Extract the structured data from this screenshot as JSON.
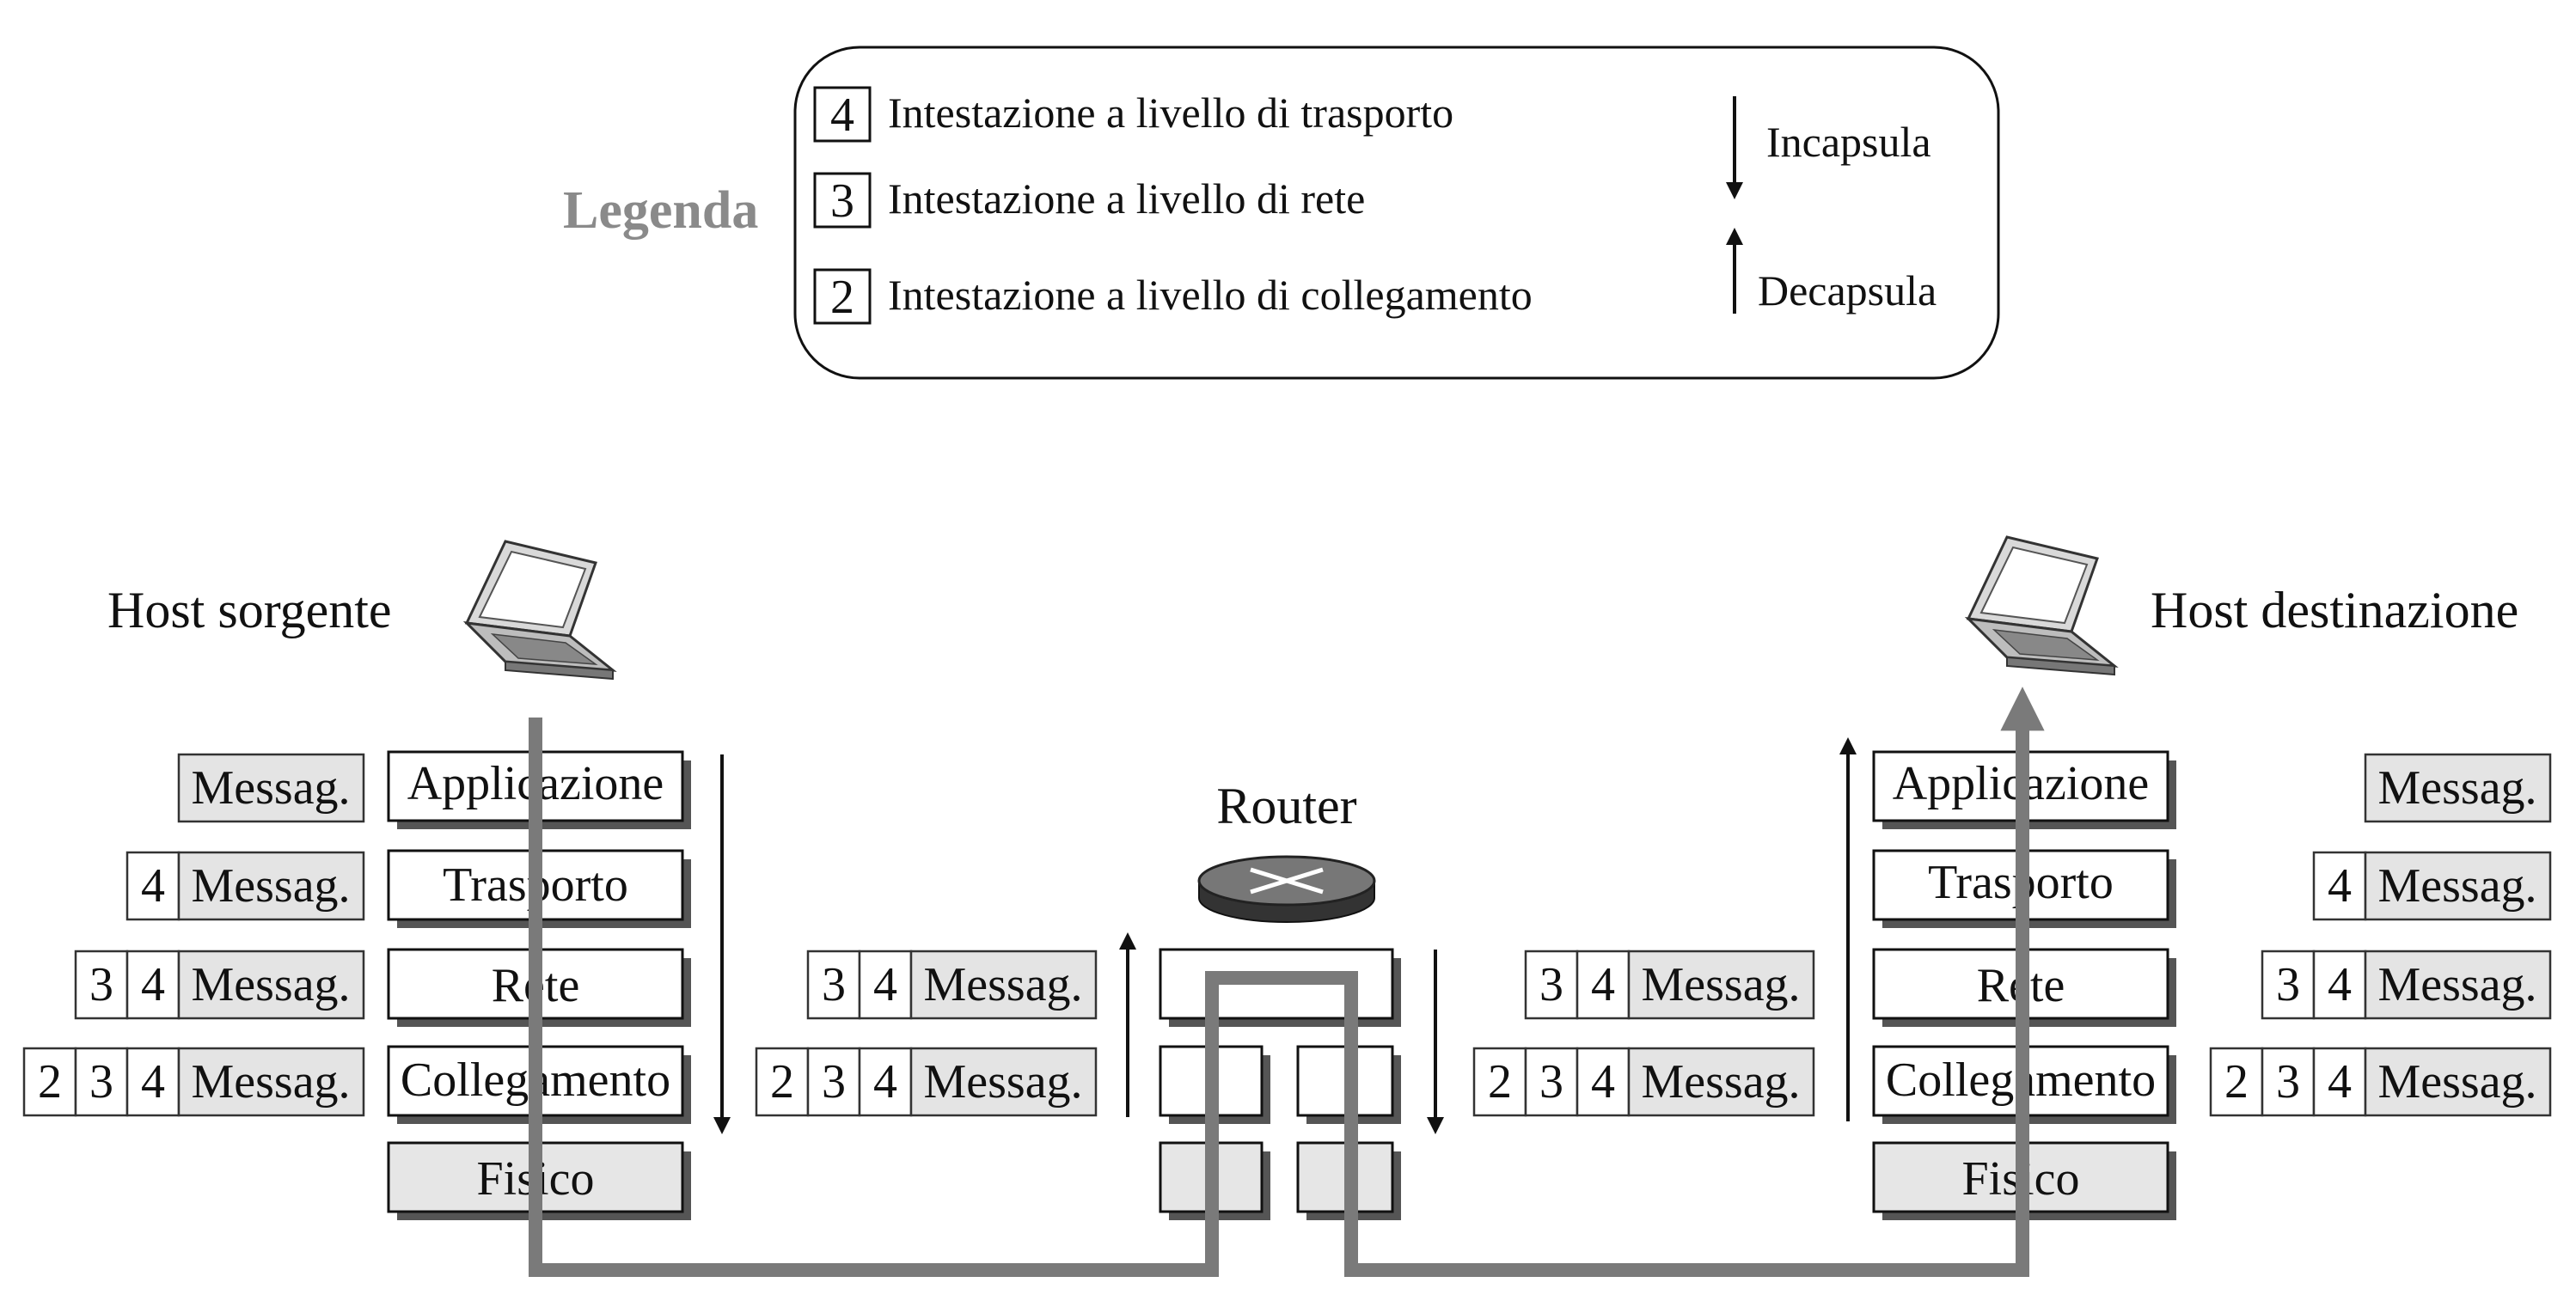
{
  "legend": {
    "title": "Legenda",
    "items": [
      {
        "num": "4",
        "label": "Intestazione a livello di trasporto"
      },
      {
        "num": "3",
        "label": "Intestazione a livello di rete"
      },
      {
        "num": "2",
        "label": "Intestazione a livello di collegamento"
      }
    ],
    "encapsulate": "Incapsula",
    "decapsulate": "Decapsula"
  },
  "source_host": "Host sorgente",
  "dest_host": "Host destinazione",
  "router_label": "Router",
  "layers": [
    "Applicazione",
    "Trasporto",
    "Rete",
    "Collegamento",
    "Fisico"
  ],
  "message": "Messag.",
  "headers": {
    "transport": "4",
    "network": "3",
    "link": "2"
  }
}
